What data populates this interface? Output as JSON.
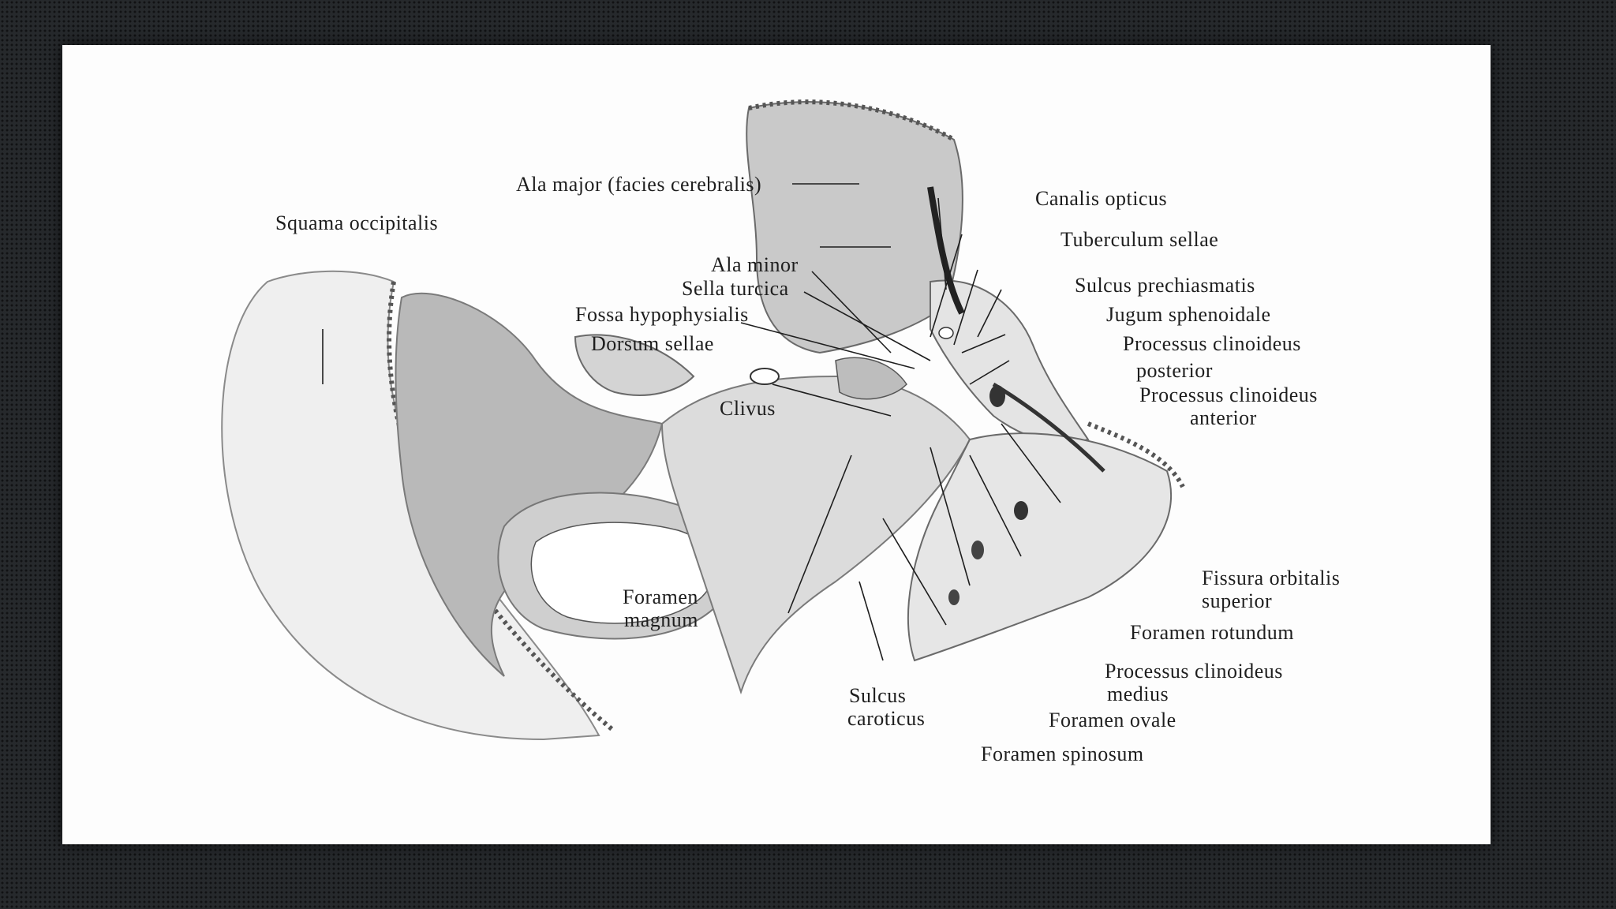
{
  "labels": {
    "ala_major": "Ala major (facies cerebralis)",
    "squama_occipitalis": "Squama occipitalis",
    "canalis_opticus": "Canalis opticus",
    "tuberculum_sellae": "Tuberculum sellae",
    "ala_minor": "Ala minor",
    "sella_turcica": "Sella turcica",
    "sulcus_prechiasmatis": "Sulcus prechiasmatis",
    "fossa_hypophysialis": "Fossa hypophysialis",
    "jugum_sphenoidale": "Jugum sphenoidale",
    "dorsum_sellae": "Dorsum sellae",
    "proc_clin_post_1": "Processus clinoideus",
    "proc_clin_post_2": "posterior",
    "proc_clin_ant_1": "Processus clinoideus",
    "proc_clin_ant_2": "anterior",
    "clivus": "Clivus",
    "fissura_orb_1": "Fissura orbitalis",
    "fissura_orb_2": "superior",
    "foramen_magnum_1": "Foramen",
    "foramen_magnum_2": "magnum",
    "foramen_rotundum": "Foramen rotundum",
    "proc_clin_med_1": "Processus clinoideus",
    "proc_clin_med_2": "medius",
    "sulcus_caroticus_1": "Sulcus",
    "sulcus_caroticus_2": "caroticus",
    "foramen_ovale": "Foramen ovale",
    "foramen_spinosum": "Foramen spinosum"
  },
  "colors": {
    "frame_background": "#26292c",
    "slide_background": "#fdfdfd",
    "label_text": "#1e1e1e"
  }
}
